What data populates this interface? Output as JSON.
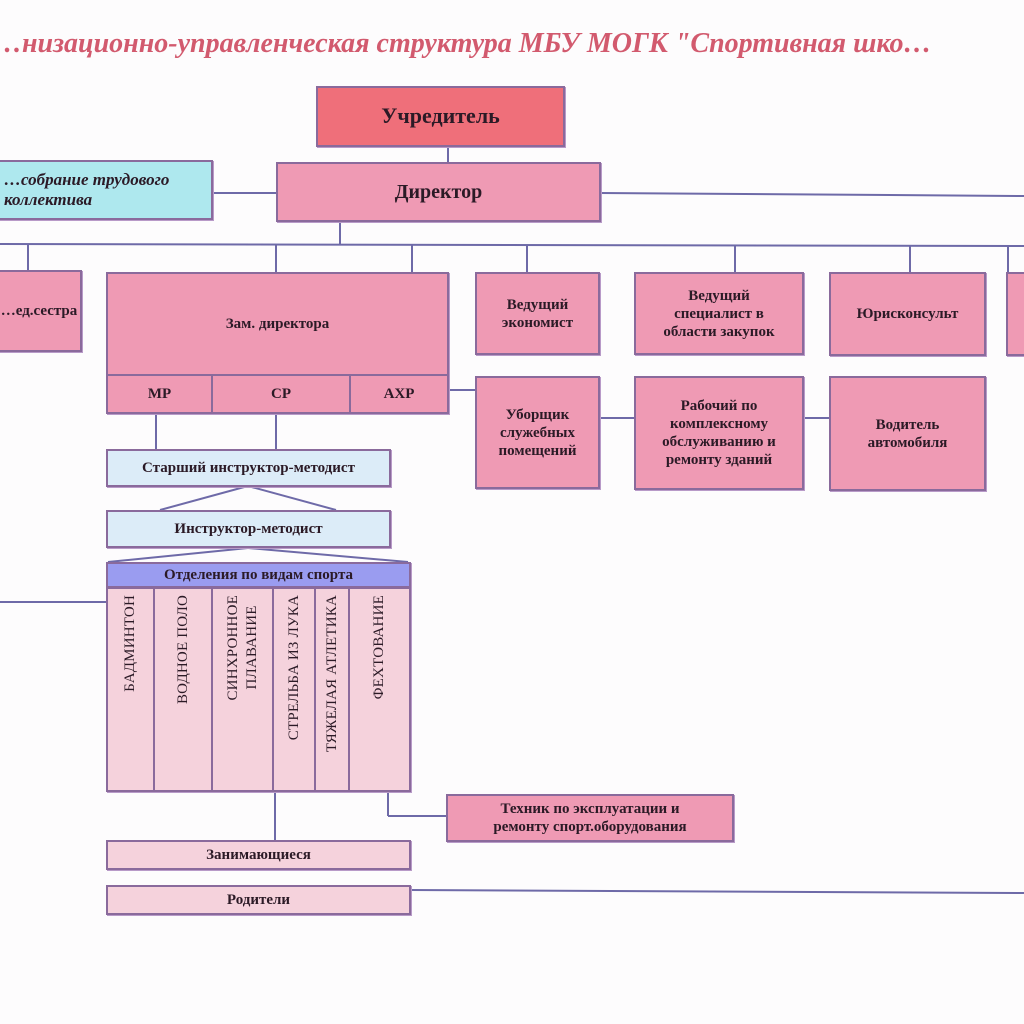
{
  "title": "…низационно-управленческая структура МБУ МОГК \"Спортивная шко…",
  "founder": "Учредитель",
  "assembly": "…собрание трудового\nколлектива",
  "director": "Директор",
  "med_sister": "…ед.сестра",
  "deputy": {
    "label": "Зам. директора",
    "mr": "МР",
    "sr": "СР",
    "ahr": "АХР"
  },
  "economist": "Ведущий\nэкономист",
  "procurement": "Ведущий\nспециалист в\nобласти закупок",
  "lawyer": "Юрисконсульт",
  "cleaner": "Уборщик\nслужебных\nпомещений",
  "worker": "Рабочий по\nкомплексному\nобслуживанию и\nремонту зданий",
  "driver": "Водитель\nавтомобиля",
  "senior_instructor": "Старший инструктор-методист",
  "instructor": "Инструктор-методист",
  "departments": {
    "label": "Отделения по видам спорта",
    "items": [
      "БАДМИНТОН",
      "ВОДНОЕ ПОЛО",
      "СИНХРОННОЕ\nПЛАВАНИЕ",
      "СТРЕЛЬБА ИЗ ЛУКА",
      "ТЯЖЕЛАЯ АТЛЕТИКА",
      "ФЕХТОВАНИЕ"
    ]
  },
  "technician": "Техник по эксплуатации и\nремонту спорт.оборудования",
  "students": "Занимающиеся",
  "parents": "Родители"
}
